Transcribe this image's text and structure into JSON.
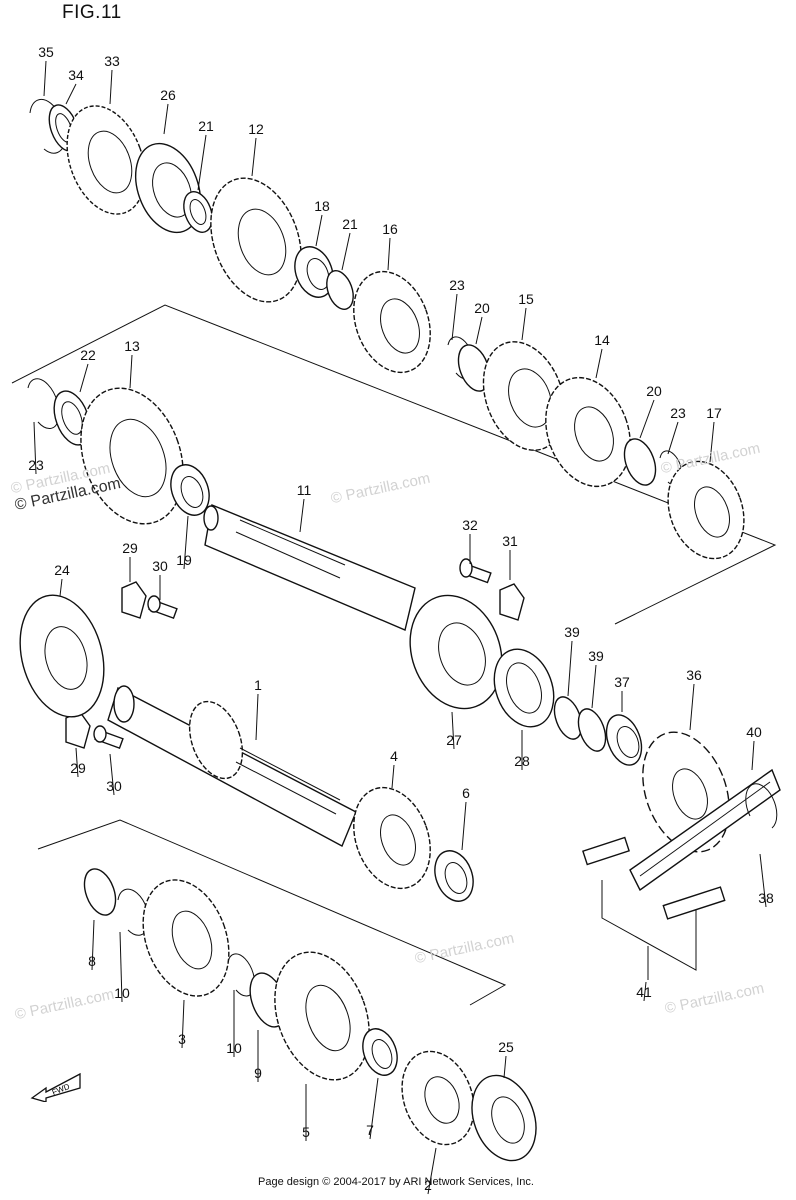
{
  "figure": {
    "title": "FIG.11"
  },
  "footer": {
    "text": "Page design © 2004-2017 by ARI Network Services, Inc."
  },
  "watermark": {
    "text": "© Partzilla.com",
    "color": "#d2d2d2"
  },
  "fwd_icon": {
    "label": "FWD",
    "icon": "forward-arrow-icon"
  },
  "callouts": [
    "35",
    "34",
    "33",
    "26",
    "21",
    "12",
    "18",
    "21",
    "16",
    "23",
    "20",
    "15",
    "14",
    "20",
    "23",
    "17",
    "13",
    "22",
    "23",
    "19",
    "11",
    "29",
    "30",
    "32",
    "31",
    "24",
    "39",
    "39",
    "37",
    "36",
    "40",
    "1",
    "27",
    "28",
    "29",
    "30",
    "4",
    "6",
    "38",
    "8",
    "10",
    "3",
    "10",
    "9",
    "5",
    "7",
    "25",
    "2",
    "41"
  ]
}
